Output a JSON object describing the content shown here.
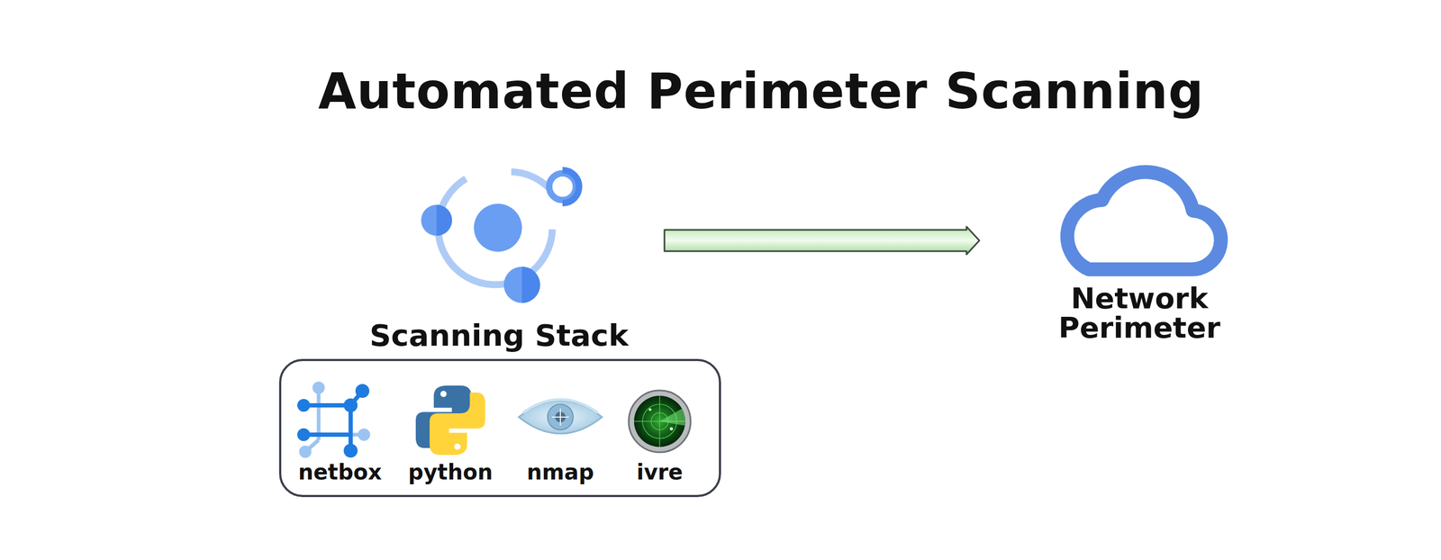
{
  "diagram": {
    "title": "Automated Perimeter Scanning",
    "nodes": [
      {
        "text": [
          "Scanning Stack"
        ]
      },
      {
        "text": [
          "netbox"
        ],
        "in": 0
      },
      {
        "text": [
          "python"
        ],
        "in": 0
      },
      {
        "text": [
          "nmap"
        ],
        "in": 0
      },
      {
        "text": [
          "ivre"
        ],
        "in": 0
      },
      {
        "text": [
          "Network Perimeter"
        ]
      }
    ],
    "edges": [
      {
        "from": 0,
        "to": 5,
        "arrow": "to"
      }
    ]
  }
}
